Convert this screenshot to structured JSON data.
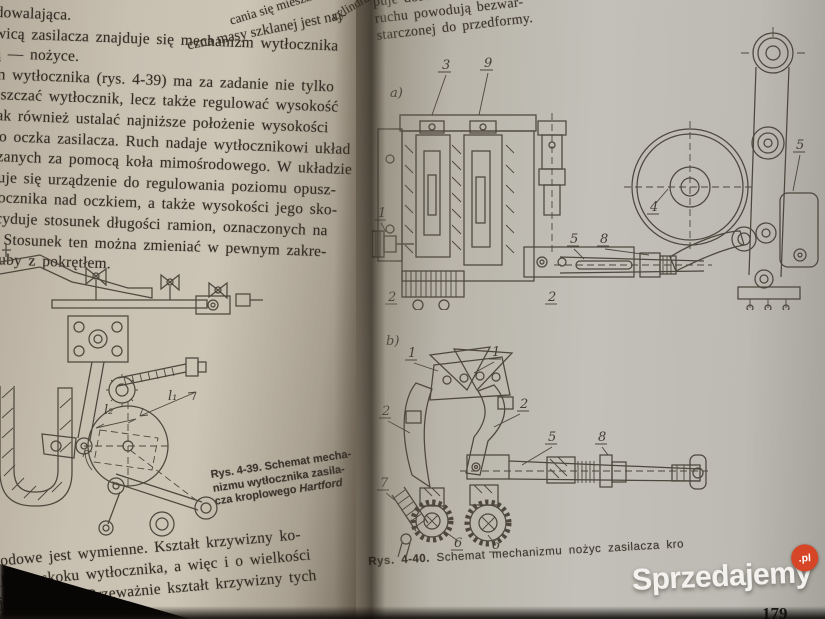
{
  "left_page": {
    "curl_fragments": {
      "line0_a": "cania się miesza-",
      "line0_b": "cylindra",
      "line1_right": "czna masy szklanej jest naj-"
    },
    "body_lines": [
      "dowalająca.",
      "wicą zasilacza znajduje się mechanizm wytłocznika",
      "ą — nożyce.",
      "m wytłocznika (rys. 4-39) ma za zadanie nie tylko",
      "uszczać wytłocznik, lecz także regulować wysokość",
      "jak również ustalać najniższe położenie wysokości",
      "do oczka zasilacza. Ruch nadaje wytłocznikowi układ",
      "szanych za pomocą koła mimośrodowego. W układzie",
      "duje się urządzenie do regulowania poziomu opusz-",
      "tłocznika nad oczkiem, a także wysokości jego sko-",
      "ecyduje stosunek długości ramion, oznaczonych na",
      "₂. Stosunek ten można zmieniać w pewnym zakre-",
      "śruby z pokrętłem."
    ],
    "figure_labels": {
      "l1": "l₁",
      "l2": "l₂"
    },
    "caption": {
      "line1": "Rys. 4-39. Schemat mecha-",
      "line2": "nizmu wytłocznika zasila-",
      "line3_regular": "cza kroplowego ",
      "line3_italic": "Hartford"
    },
    "bottom_lines": [
      "rodowe jest wymienne. Kształt krzywizny ko-",
      "lkości skoku wytłocznika, a więc i o wielkości",
      "jej kształcie. Przeważnie kształt krzywizny tych"
    ]
  },
  "right_page": {
    "top_lines": [
      "puje dość",
      "ruchu powodują bezwar-",
      "starczonej do przedformy."
    ],
    "fig_a": {
      "tag": "a)",
      "n1": "1",
      "n2_left": "2",
      "n2_mid": "2",
      "n3": "3",
      "n9": "9",
      "n4": "4",
      "n5_rod": "5",
      "n5_arm": "5",
      "n8": "8"
    },
    "fig_b": {
      "tag": "b)",
      "n1_left": "1",
      "n1_right": "1",
      "n2_left": "2",
      "n2_right": "2",
      "n5": "5",
      "n6_left": "6",
      "n6_right": "6",
      "n7": "7",
      "n8": "8"
    },
    "caption": {
      "prefix": "Rys. 4-40.",
      "rest": "Schemat mechanizmu nożyc zasilacza kro"
    },
    "page_number": "179"
  },
  "watermark": {
    "brand": "Sprzedajemy",
    "badge": ".pl",
    "badge_color": "#d64526"
  }
}
